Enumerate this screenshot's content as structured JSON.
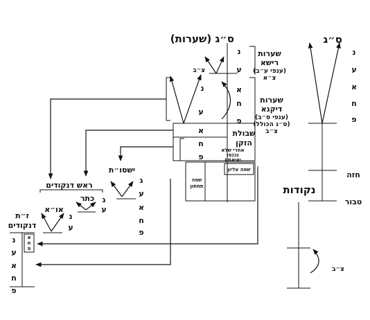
{
  "top": {
    "left_heading": "ס״ג (שערות)",
    "right_heading": "ס״ג"
  },
  "center_column": {
    "letters": [
      "נ",
      "ע",
      "א",
      "ח",
      "פ",
      "א",
      "ח",
      "פ"
    ],
    "tsb": "צ״ב"
  },
  "labels": {
    "seorot_reisha": [
      "שערות",
      "רישא",
      "(ענפי ע״ב)",
      "צ״א"
    ],
    "seorot_dikna": [
      "שערות",
      "דיקנא",
      "(ענפי ס״ב)",
      "(ס״ג הכולל)",
      "צ״ב"
    ],
    "shibolet": [
      "שבולת",
      "הזקן"
    ],
    "shibolet_note": [
      "אחרי שלא",
      "נכנסו",
      "יציאתם"
    ],
    "sapa_elyon": "שפה עליון",
    "sapa_tahton": [
      "שפה",
      "תחתון"
    ],
    "yesoot": "ישסו״ת",
    "yesoot_letters": [
      "ג",
      "ע",
      "א",
      "ח",
      "פ"
    ],
    "rosh": "ראש דנקודים",
    "keter": "כתר",
    "keter_letters": [
      "ג",
      "ע"
    ],
    "ao": "או״א",
    "ao_letters": [
      "נ",
      "ע"
    ],
    "zat": [
      "ז״ת",
      "דנקודים"
    ],
    "zat_letters": [
      "נ",
      "ע",
      "א",
      "ח",
      "פ"
    ],
    "zat_box": [
      "א",
      "ח",
      "פ"
    ]
  },
  "right_column": {
    "letters": [
      "נ",
      "ע",
      "א",
      "ח",
      "פ"
    ],
    "chaze": "חזה",
    "tabur": "טבור",
    "nekudot": "נקודות",
    "tsb": "צ״ב"
  }
}
